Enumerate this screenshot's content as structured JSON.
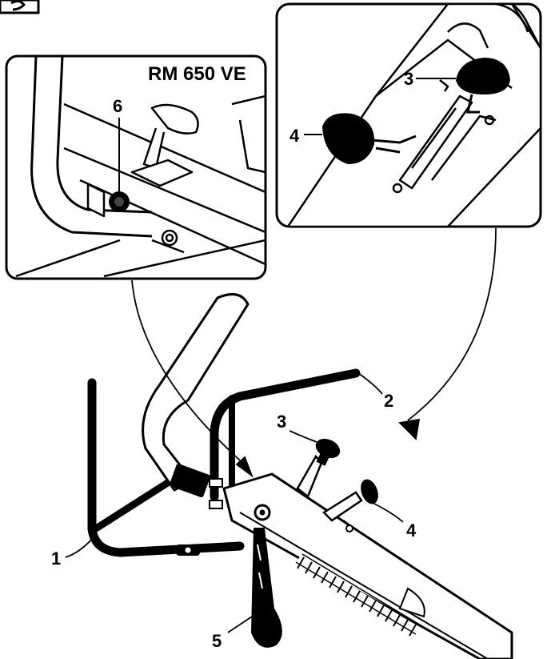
{
  "inset_left": {
    "model": "RM 650 VE",
    "callout": "6"
  },
  "inset_right": {
    "callouts": [
      "3",
      "4"
    ]
  },
  "main": {
    "callouts": [
      "1",
      "2",
      "3",
      "4",
      "5"
    ]
  },
  "colors": {
    "ink": "#000000",
    "paper": "#ffffff",
    "shade": "#d9d9d9"
  }
}
